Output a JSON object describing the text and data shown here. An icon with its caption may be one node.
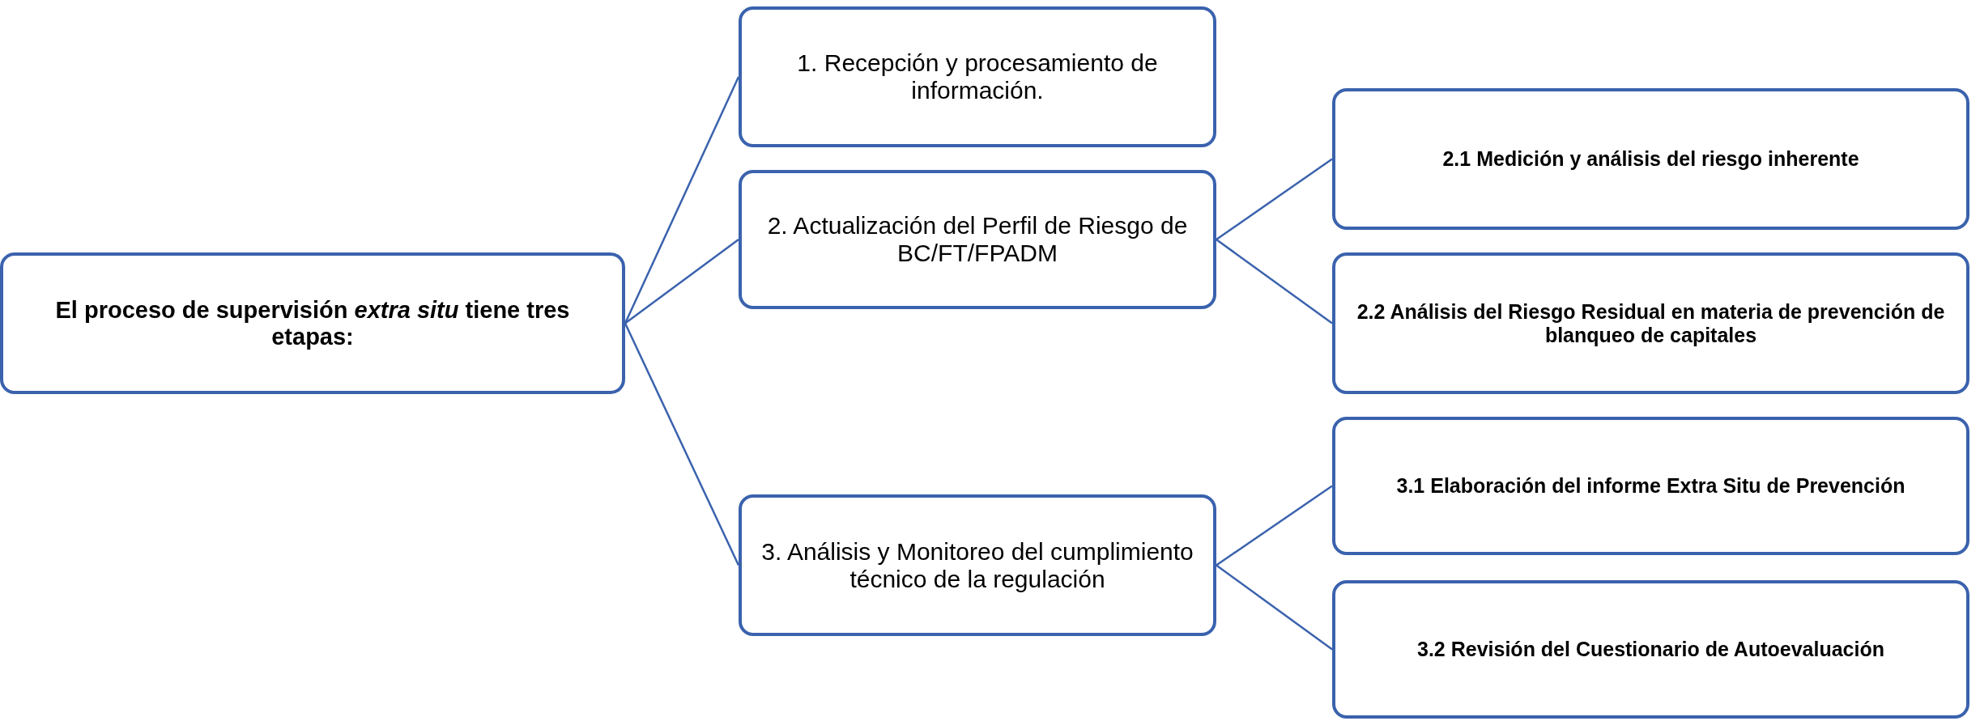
{
  "diagram": {
    "nodes": [
      {
        "text": [
          "El proceso de supervisión *extra situ* tiene tres etapas:"
        ]
      },
      {
        "text": [
          "1. Recepción y procesamiento de información."
        ]
      },
      {
        "text": [
          "2. Actualización del Perfil de Riesgo de BC/FT/FPADM"
        ]
      },
      {
        "text": [
          "3. Análisis y Monitoreo del cumplimiento técnico de la regulación"
        ]
      },
      {
        "text": [
          "2.1 Medición y análisis del riesgo inherente"
        ]
      },
      {
        "text": [
          "2.2 Análisis del Riesgo Residual en materia de prevención de blanqueo de capitales"
        ]
      },
      {
        "text": [
          "3.1 Elaboración del informe Extra Situ de Prevención"
        ]
      },
      {
        "text": [
          "3.2 Revisión del Cuestionario de Autoevaluación"
        ]
      }
    ],
    "edges": [
      {
        "from": 0,
        "to": 1,
        "arrow": "none"
      },
      {
        "from": 0,
        "to": 2,
        "arrow": "none"
      },
      {
        "from": 0,
        "to": 3,
        "arrow": "none"
      },
      {
        "from": 2,
        "to": 4,
        "arrow": "none"
      },
      {
        "from": 2,
        "to": 5,
        "arrow": "none"
      },
      {
        "from": 3,
        "to": 6,
        "arrow": "none"
      },
      {
        "from": 3,
        "to": 7,
        "arrow": "none"
      }
    ]
  }
}
